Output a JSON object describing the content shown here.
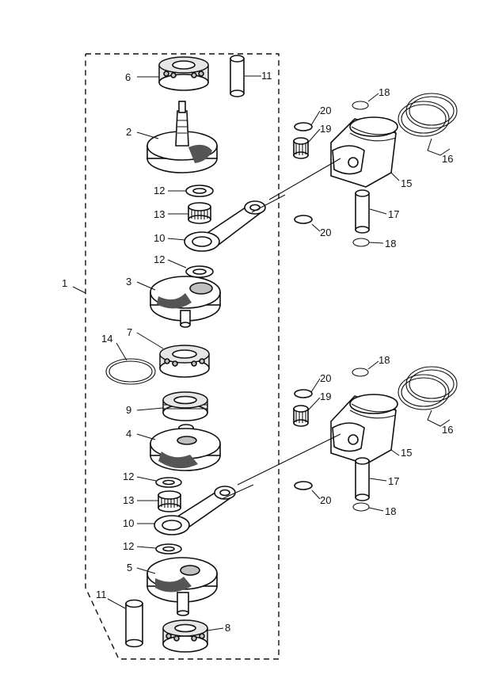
{
  "callouts": {
    "c1": "1",
    "c2": "2",
    "c3": "3",
    "c4": "4",
    "c5": "5",
    "c6": "6",
    "c7": "7",
    "c8": "8",
    "c9": "9",
    "c10a": "10",
    "c10b": "10",
    "c11a": "11",
    "c11b": "11",
    "c12a": "12",
    "c12b": "12",
    "c12c": "12",
    "c12d": "12",
    "c13a": "13",
    "c13b": "13",
    "c14": "14",
    "c15a": "15",
    "c15b": "15",
    "c16a": "16",
    "c16b": "16",
    "c17a": "17",
    "c17b": "17",
    "c18a": "18",
    "c18b": "18",
    "c18c": "18",
    "c18d": "18",
    "c19a": "19",
    "c19b": "19",
    "c20a": "20",
    "c20b": "20",
    "c20c": "20",
    "c20d": "20"
  }
}
